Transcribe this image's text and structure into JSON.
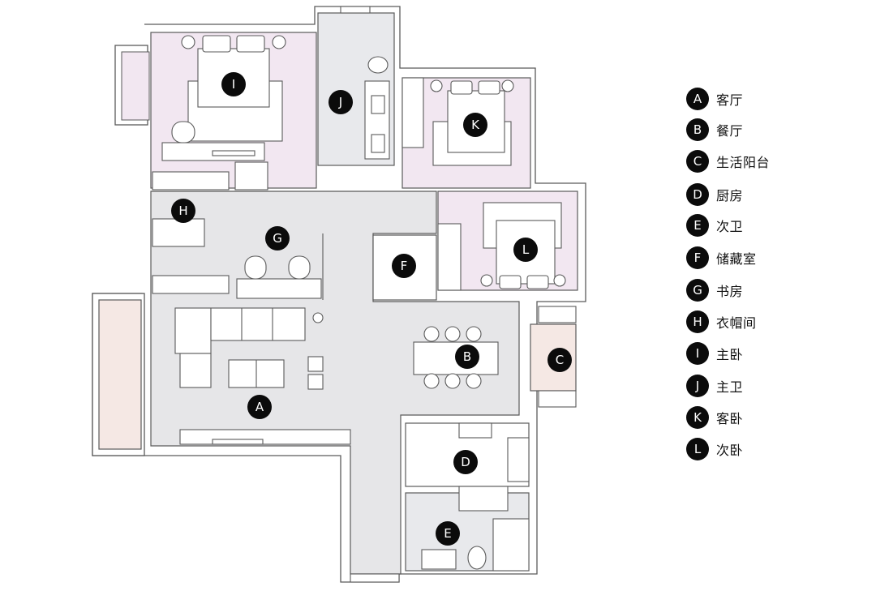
{
  "colors": {
    "wall": "#ffffff",
    "wall_stroke": "#5a5a5a",
    "floor_gray": "#e6e6e8",
    "bedroom_pink": "#f2e7f1",
    "balcony_pink": "#f5e8e4",
    "bath_gray": "#e8e9ec",
    "badge": "#0b0b0b"
  },
  "legend": [
    {
      "letter": "A",
      "name": "客厅"
    },
    {
      "letter": "B",
      "name": "餐厅"
    },
    {
      "letter": "C",
      "name": "生活阳台"
    },
    {
      "letter": "D",
      "name": "厨房"
    },
    {
      "letter": "E",
      "name": "次卫"
    },
    {
      "letter": "F",
      "name": "储藏室"
    },
    {
      "letter": "G",
      "name": "书房"
    },
    {
      "letter": "H",
      "name": "衣帽间"
    },
    {
      "letter": "I",
      "name": "主卧"
    },
    {
      "letter": "J",
      "name": "主卫"
    },
    {
      "letter": "K",
      "name": "客卧"
    },
    {
      "letter": "L",
      "name": "次卧"
    }
  ],
  "rooms": {
    "A": "A",
    "B": "B",
    "C": "C",
    "D": "D",
    "E": "E",
    "F": "F",
    "G": "G",
    "H": "H",
    "I": "I",
    "J": "J",
    "K": "K",
    "L": "L"
  }
}
